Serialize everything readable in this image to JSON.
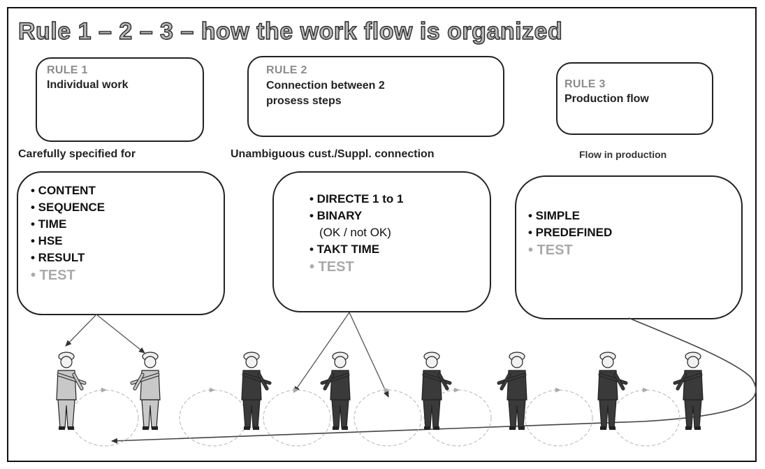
{
  "slide": {
    "title": "Rule 1 – 2 – 3 – how the work flow is organized"
  },
  "rules": [
    {
      "head": "RULE 1",
      "body": [
        "Individual work"
      ],
      "caption": "Carefully specified for",
      "bullets": [
        {
          "text": "• CONTENT",
          "style": "bold"
        },
        {
          "text": "• SEQUENCE",
          "style": "bold"
        },
        {
          "text": "• TIME",
          "style": "bold"
        },
        {
          "text": "• HSE",
          "style": "bold"
        },
        {
          "text": "• RESULT",
          "style": "bold"
        },
        {
          "text": "• TEST",
          "style": "gray"
        }
      ]
    },
    {
      "head": "RULE 2",
      "body": [
        "Connection between 2",
        "prosess steps"
      ],
      "caption": "Unambiguous cust./Suppl. connection",
      "bullets": [
        {
          "text": "• DIRECTE 1 to 1",
          "style": "bold"
        },
        {
          "text": "• BINARY",
          "style": "bold"
        },
        {
          "text": "(OK / not OK)",
          "style": "sub"
        },
        {
          "text": "• TAKT TIME",
          "style": "bold"
        },
        {
          "text": "• TEST",
          "style": "gray"
        }
      ]
    },
    {
      "head": "RULE 3",
      "body": [
        "Production flow"
      ],
      "caption": "Flow in production",
      "bullets": [
        {
          "text": "• SIMPLE",
          "style": "bold"
        },
        {
          "text": "• PREDEFINED",
          "style": "bold"
        },
        {
          "text": "• TEST",
          "style": "gray"
        }
      ]
    }
  ],
  "colors": {
    "frame": "#111111",
    "title_fill": "#b9b9b9",
    "gray_text": "#aaaaaa",
    "worker_light": "#c8c8c8",
    "worker_dark": "#3a3a3a"
  },
  "illustration": {
    "workers": [
      {
        "icon": "worker-icon",
        "tone": "light"
      },
      {
        "icon": "worker-icon",
        "tone": "light"
      },
      {
        "icon": "worker-icon",
        "tone": "dark"
      },
      {
        "icon": "worker-icon",
        "tone": "dark"
      },
      {
        "icon": "worker-icon",
        "tone": "dark"
      },
      {
        "icon": "worker-icon",
        "tone": "dark"
      },
      {
        "icon": "worker-icon",
        "tone": "dark"
      },
      {
        "icon": "worker-icon",
        "tone": "dark"
      }
    ],
    "cycles_icon": "circular-arrow-icon",
    "flow_icon": "flow-arrow-icon"
  }
}
